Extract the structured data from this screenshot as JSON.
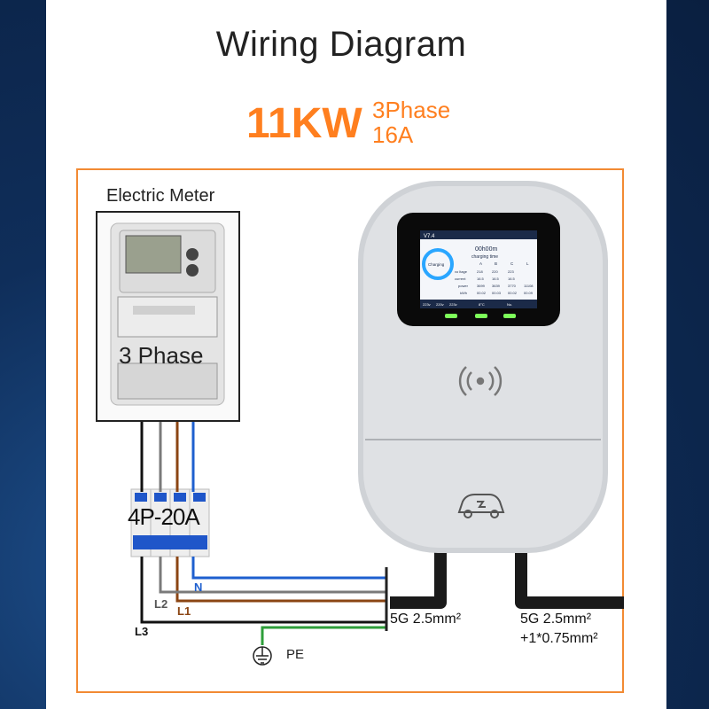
{
  "title": "Wiring Diagram",
  "power": "11KW",
  "phase": "3Phase",
  "current": "16A",
  "meter": {
    "label": "Electric Meter",
    "phase_label": "3 Phase"
  },
  "breaker": {
    "label": "4P-20A"
  },
  "wires": {
    "n": "N",
    "l1": "L1",
    "l2": "L2",
    "l3": "L3",
    "pe": "PE"
  },
  "cables": {
    "input": "5G 2.5mm²",
    "output_line1": "5G 2.5mm²",
    "output_line2": "+1*0.75mm²"
  },
  "charger_screen": {
    "version": "V7.4",
    "timer": "00h00m",
    "charging_time": "charging time",
    "status": "Charging",
    "cols": [
      "A",
      "B",
      "C",
      "L"
    ],
    "rows": [
      {
        "label": "vo ltage",
        "values": [
          "218",
          "220",
          "223",
          ""
        ]
      },
      {
        "label": "current",
        "values": [
          "16.5",
          "16.5",
          "16.5",
          ""
        ]
      },
      {
        "label": "power",
        "values": [
          "3699",
          "3639",
          "3770",
          "11108"
        ]
      },
      {
        "label": "kWh",
        "values": [
          "00.02",
          "00.03",
          "00.02",
          "00.09"
        ]
      }
    ],
    "bottom": [
      "223v",
      "220v",
      "223v",
      "8°C",
      "No."
    ]
  },
  "colors": {
    "accent": "#ff7f1f",
    "frame": "#f28a33",
    "wire_n": "#1e5fcf",
    "wire_l1": "#8b4513",
    "wire_l2": "#7a7a7a",
    "wire_l3": "#111111",
    "wire_pe": "#2e9e3a",
    "led": "#7dff5a"
  }
}
